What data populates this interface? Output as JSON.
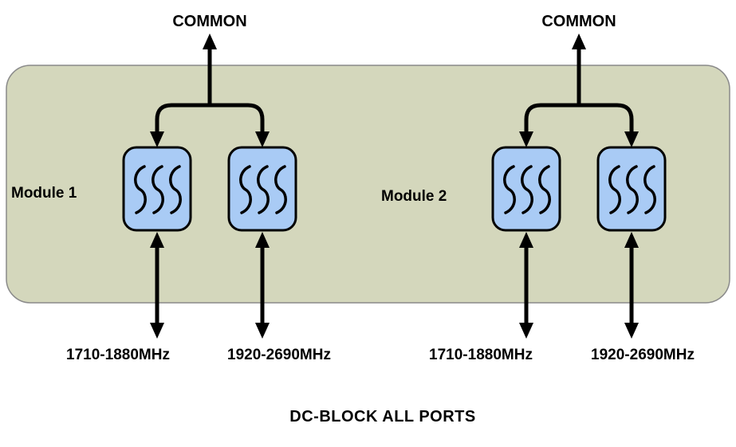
{
  "diagram": {
    "footer": "DC-BLOCK ALL PORTS",
    "modules": [
      {
        "label": "Module 1",
        "common": "COMMON",
        "ports": [
          "1710-1880MHz",
          "1920-2690MHz"
        ]
      },
      {
        "label": "Module 2",
        "common": "COMMON",
        "ports": [
          "1710-1880MHz",
          "1920-2690MHz"
        ]
      }
    ]
  },
  "colors": {
    "background": "#ffffff",
    "enclosure_fill": "#d4d7bc",
    "enclosure_stroke": "#8a8a8a",
    "filter_fill": "#a9cbf5",
    "line": "#000000"
  }
}
